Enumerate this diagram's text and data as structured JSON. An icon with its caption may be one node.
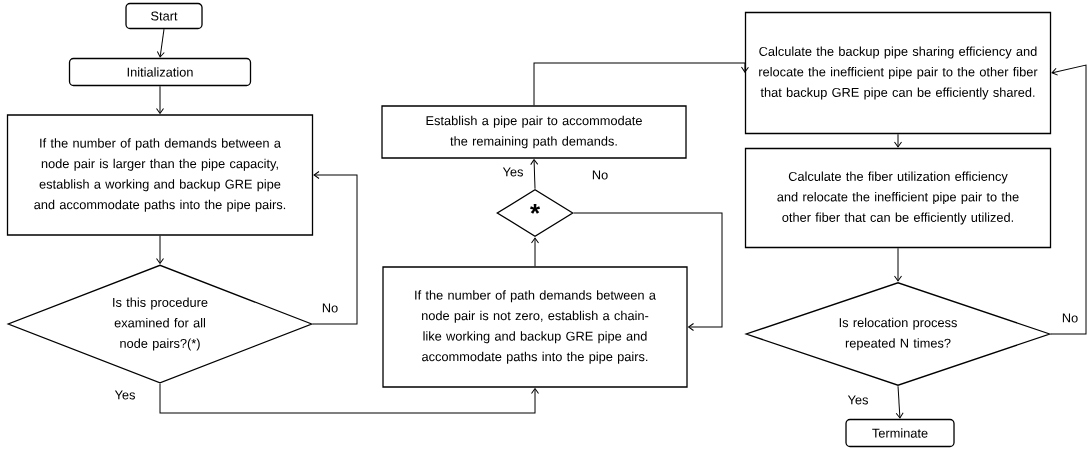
{
  "diagram": {
    "nodes": [
      {
        "text": [
          "Start"
        ]
      },
      {
        "text": [
          "Initialization"
        ]
      },
      {
        "text": [
          "If the number of path demands between a node pair is larger than the pipe capacity, establish a working and backup GRE pipe and accommodate paths into the pipe pairs."
        ]
      },
      {
        "text": [
          "Is this procedure examined for all node pairs?(*)"
        ]
      },
      {
        "text": [
          "If the number of path demands between a node pair is not zero, establish a chain-like working and backup GRE pipe and accommodate paths into the pipe pairs."
        ]
      },
      {
        "text": [
          "*"
        ]
      },
      {
        "text": [
          "Establish a pipe pair to accommodate the remaining path demands."
        ]
      },
      {
        "text": [
          "Calculate the backup pipe sharing efficiency and relocate the inefficient pipe pair to the other fiber that backup GRE pipe can be efficiently shared."
        ]
      },
      {
        "text": [
          "Calculate the fiber utilization efficiency and relocate the inefficient pipe pair to the other fiber that can be efficiently utilized."
        ]
      },
      {
        "text": [
          "Is relocation process repeated N times?"
        ]
      },
      {
        "text": [
          "Terminate"
        ]
      }
    ],
    "edges": [
      {
        "from": 0,
        "to": 1,
        "arrow": "to"
      },
      {
        "from": 1,
        "to": 2,
        "arrow": "to"
      },
      {
        "from": 2,
        "to": 3,
        "arrow": "to"
      },
      {
        "from": 3,
        "to": 2,
        "arrow": "to",
        "label": "No"
      },
      {
        "from": 3,
        "to": 4,
        "arrow": "to",
        "label": "Yes"
      },
      {
        "from": 4,
        "to": 5,
        "arrow": "to"
      },
      {
        "from": 5,
        "to": 6,
        "arrow": "to",
        "label": "Yes"
      },
      {
        "from": 5,
        "to": 4,
        "arrow": "to",
        "label": "No"
      },
      {
        "from": 6,
        "to": 7,
        "arrow": "to"
      },
      {
        "from": 7,
        "to": 8,
        "arrow": "to"
      },
      {
        "from": 8,
        "to": 9,
        "arrow": "to"
      },
      {
        "from": 9,
        "to": 10,
        "arrow": "to",
        "label": "Yes"
      },
      {
        "from": 9,
        "to": 7,
        "arrow": "to",
        "label": "No"
      }
    ]
  }
}
